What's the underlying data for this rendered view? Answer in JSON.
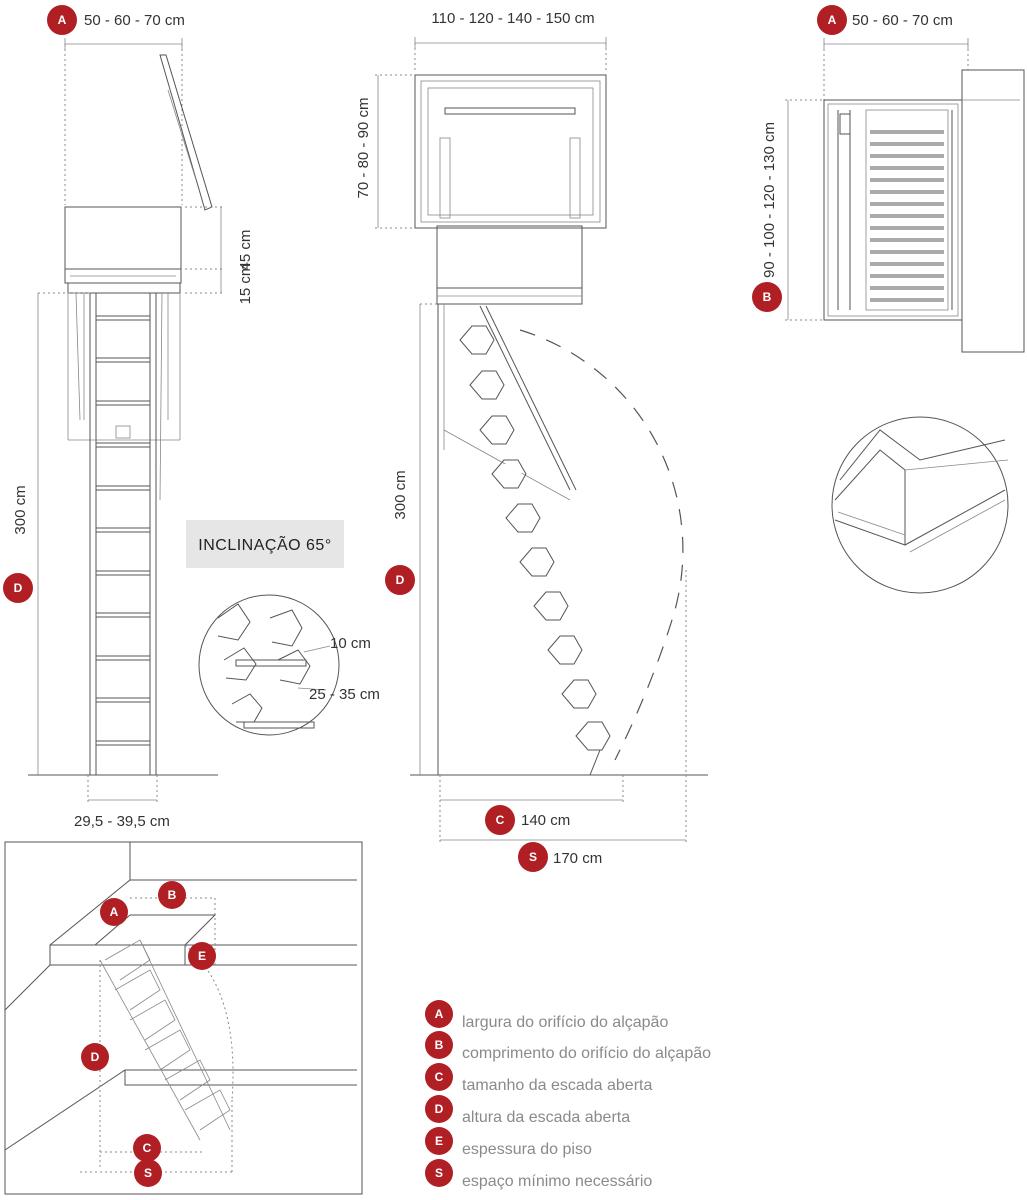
{
  "left_view": {
    "width_dim": "50 - 60 - 70 cm",
    "width_badge": "A",
    "box_height_dim": "45 cm",
    "frame_dim": "15 cm",
    "height_dim": "300 cm",
    "height_badge": "D",
    "step_width_dim": "29,5 - 39,5 cm"
  },
  "inclination_label": "INCLINAÇÃO 65°",
  "detail_step": {
    "step_depth": "10 cm",
    "step_spacing": "25 - 35 cm"
  },
  "center_view": {
    "width_dim": "110 - 120 - 140 - 150 cm",
    "depth_dim": "70 - 80 - 90 cm",
    "height_dim": "300 cm",
    "height_badge": "D",
    "open_size_badge": "C",
    "open_size_dim": "140 cm",
    "space_badge": "S",
    "space_dim": "170 cm"
  },
  "right_view": {
    "width_badge": "A",
    "width_dim": "50 - 60 - 70 cm",
    "length_dim": "90 - 100 - 120 - 130 cm",
    "length_badge": "B"
  },
  "room_view": {
    "badges": [
      "A",
      "B",
      "C",
      "D",
      "E",
      "S"
    ]
  },
  "legend": [
    {
      "badge": "A",
      "text": "largura do orifício do alçapão"
    },
    {
      "badge": "B",
      "text": "comprimento do orifício do alçapão"
    },
    {
      "badge": "C",
      "text": "tamanho da escada aberta"
    },
    {
      "badge": "D",
      "text": "altura da escada aberta"
    },
    {
      "badge": "E",
      "text": "espessura do piso"
    },
    {
      "badge": "S",
      "text": "espaço mínimo necessário"
    }
  ],
  "colors": {
    "badge": "#b01f24",
    "legend_text": "#8a8a8a",
    "line": "#555555"
  }
}
